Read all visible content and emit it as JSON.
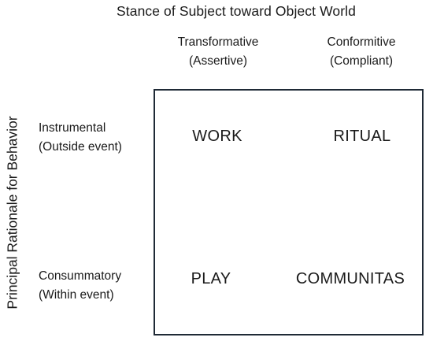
{
  "diagram": {
    "top_title": "Stance of Subject toward Object World",
    "side_title": "Principal Rationale for Behavior",
    "columns": [
      {
        "line1": "Transformative",
        "line2": "(Assertive)"
      },
      {
        "line1": "Conformitive",
        "line2": "(Compliant)"
      }
    ],
    "rows": [
      {
        "line1": "Instrumental",
        "line2": "(Outside event)"
      },
      {
        "line1": "Consummatory",
        "line2": "(Within event)"
      }
    ],
    "cells": {
      "top_left": "WORK",
      "top_right": "RITUAL",
      "bottom_left": "PLAY",
      "bottom_right": "COMMUNITAS"
    },
    "colors": {
      "border": "#1f2a36",
      "text": "#1a1a1a",
      "background": "#ffffff"
    }
  }
}
